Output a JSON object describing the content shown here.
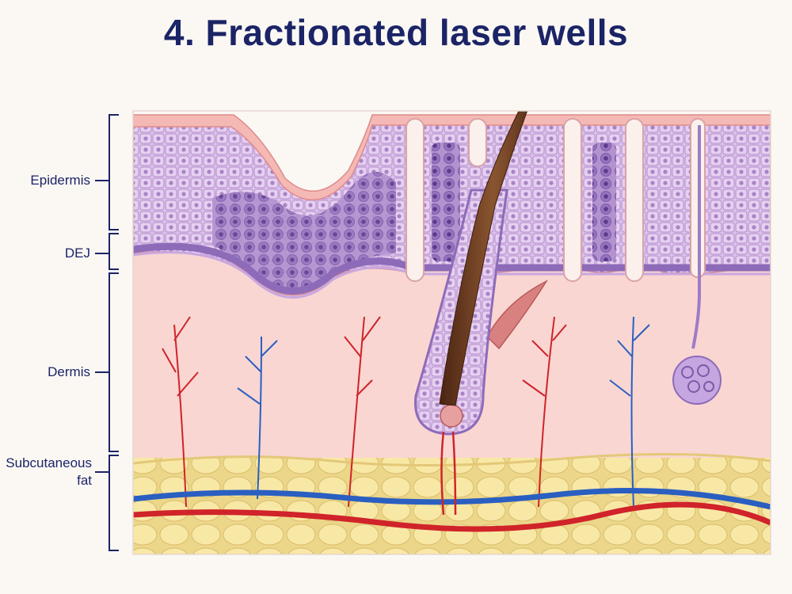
{
  "title": "4. Fractionated laser wells",
  "labels": {
    "epidermis": "Epidermis",
    "dej": "DEJ",
    "dermis": "Dermis",
    "subcutaneous_line1": "Subcutaneous",
    "subcutaneous_line2": "fat"
  },
  "colors": {
    "title": "#1b2466",
    "epidermis_cells": "#d9b8e6",
    "basal_layer": "#8e6bb8",
    "dermis": "#f9d6d2",
    "fat": "#f7e6a0",
    "artery": "#d0232a",
    "vein": "#2a5fc1",
    "hair": "#6b3d22"
  }
}
